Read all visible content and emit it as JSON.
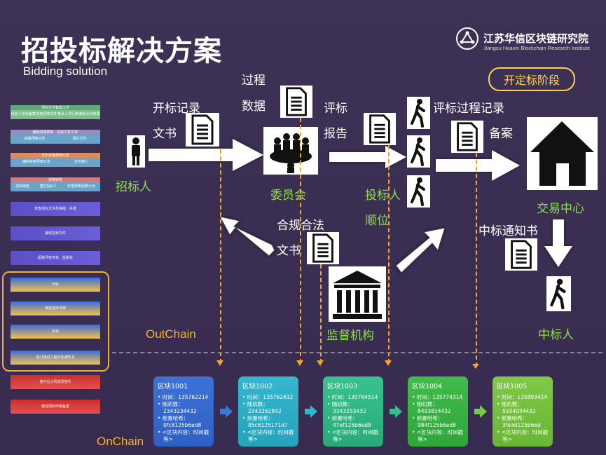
{
  "title": "招投标解决方案",
  "subtitle": "Bidding solution",
  "logo": {
    "name": "江苏华信区块链研究院",
    "english": "Jiangsu Huaxin Blockchain Research Institute"
  },
  "stage": "开定标阶段",
  "labels": {
    "opening_record_1": "开标记录",
    "opening_record_2": "文书",
    "process_1": "过程",
    "process_2": "数据",
    "eval_1": "评标",
    "eval_2": "报告",
    "eval_record": "评标过程记录",
    "filing": "备案",
    "tenderer": "招标人",
    "committee": "委员会",
    "bidder": "投标人",
    "rank": "顺位",
    "compliance_1": "合规合法",
    "compliance_2": "文书",
    "notice": "中标通知书",
    "trade_center": "交易中心",
    "regulator": "监督机构",
    "winner": "中标人"
  },
  "chain": {
    "outchain": "OutChain",
    "onchain": "OnChain"
  },
  "blocks": [
    {
      "title": "区块1001",
      "time": "• 时间：135762214",
      "rnd_label": "• 随机数：",
      "rnd": "2343234432",
      "hash_label": "• 前置哈希：",
      "hash": "0fc8125b6ed8",
      "content": "• <区块内容：时间戳",
      "content2": "等>"
    },
    {
      "title": "区块1002",
      "time": "• 时间：135762432",
      "rnd_label": "• 随机数：",
      "rnd": "2343262842",
      "hash_label": "• 前置哈希：",
      "hash": "85c8125171d7",
      "content": "• <区块内容：时间戳",
      "content2": "等>"
    },
    {
      "title": "区块1003",
      "time": "• 时间：135764514",
      "rnd_label": "• 随机数：",
      "rnd": "3343253432",
      "hash_label": "• 前置哈希：",
      "hash": "47ef125b6ed8",
      "content": "• <区块内容：时间戳",
      "content2": "等>"
    },
    {
      "title": "区块1004",
      "time": "• 时间：135774314",
      "rnd_label": "• 随机数：",
      "rnd": "8493834432",
      "hash_label": "• 前置哈希：",
      "hash": "984f125b6ed8",
      "content": "• <区块内容：时间戳",
      "content2": "等>"
    },
    {
      "title": "区块1005",
      "time": "• 时间：135893414",
      "rnd_label": "• 随机数：",
      "rnd": "5934034432",
      "hash_label": "• 前置哈希：",
      "hash": "3fe3d125b6ed",
      "content": "• <区块内容：时间戳",
      "content2": "等>"
    }
  ],
  "colors": {
    "title": "#ffffff",
    "label_green": "#8fe04a",
    "stage_border": "#ffd24a",
    "chain_label": "#ffb21f",
    "dash": "#f5a623",
    "block_colors": [
      "#3a78d8",
      "#2fb8c9",
      "#33c08a",
      "#3cb84a",
      "#7ac943"
    ]
  },
  "flow": {
    "items": [
      "招标文件备案工作",
      "编制资格预审、招标文件文件",
      "发布资格预审公告",
      "资格审查",
      "发售招标文件及答疑、补遗",
      "接收投标文件",
      "组建评标专家、监委会",
      "开标",
      "随机定序评审",
      "定标",
      "签订建设工程中标通知书",
      "签约后合同成员签约",
      "建设招标申报备案"
    ],
    "sub": [
      [
        "招标人",
        "招标备案",
        "资格预审文件",
        "技术人员行审",
        "其他公示结果"
      ],
      [
        "资格预审文件",
        "招标文件"
      ],
      [
        "编制资格预审公告",
        "发布媒介"
      ],
      [
        "招标审查",
        "潜在投标人",
        "资格预审结果公示"
      ]
    ]
  }
}
